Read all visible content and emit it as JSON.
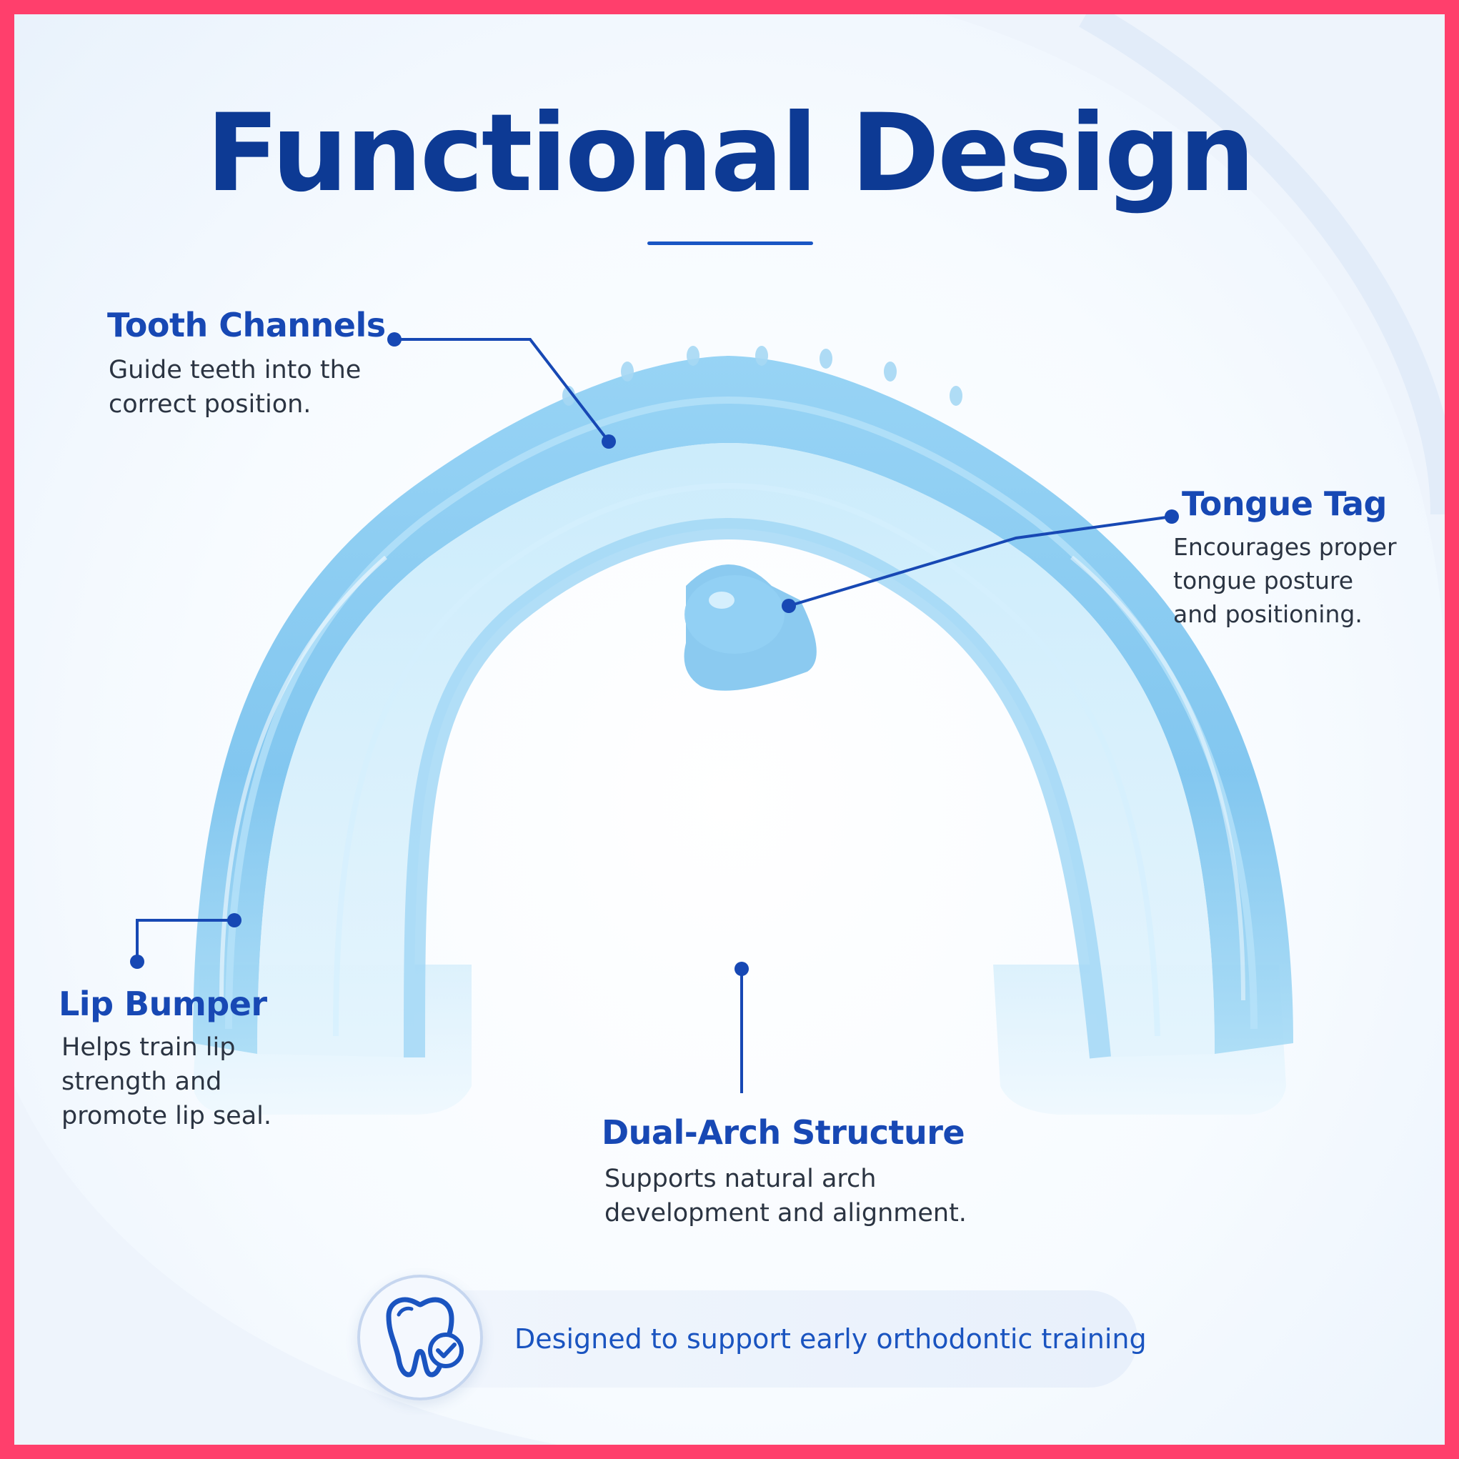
{
  "title": "Functional Design",
  "callouts": {
    "tooth_channels": {
      "label": "Tooth Channels",
      "description": "Guide teeth into the\ncorrect position."
    },
    "tongue_tag": {
      "label": "Tongue Tag",
      "description": "Encourages proper\ntongue posture\nand positioning."
    },
    "lip_bumper": {
      "label": "Lip Bumper",
      "description": "Helps train lip\nstrength and\npromote lip seal."
    },
    "dual_arch": {
      "label": "Dual-Arch Structure",
      "description": "Supports natural arch\ndevelopment and alignment."
    }
  },
  "footer": {
    "text": "Designed to support early orthodontic training",
    "icon": "tooth-check-icon"
  },
  "colors": {
    "frame": "#ff3f6c",
    "title": "#0d3a94",
    "accent": "#1748b4",
    "body_text": "#2b3442",
    "device": "#7fc6f0"
  }
}
